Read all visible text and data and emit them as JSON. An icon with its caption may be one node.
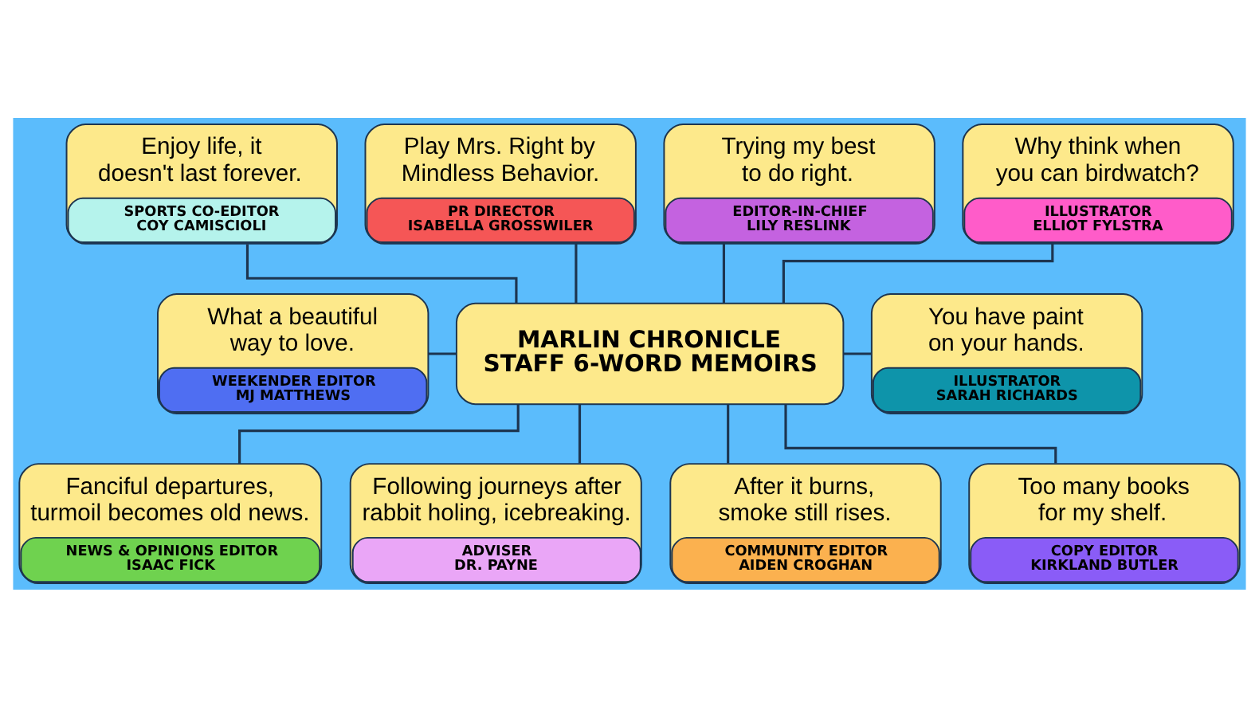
{
  "diagram": {
    "nodes": [
      {
        "text": [
          "Enjoy life, it doesn't last forever.",
          "SPORTS CO-EDITOR",
          "COY CAMISCIOLI"
        ]
      },
      {
        "text": [
          "Play Mrs. Right by Mindless Behavior.",
          "PR DIRECTOR",
          "ISABELLA GROSSWILER"
        ]
      },
      {
        "text": [
          "Trying my best to do right.",
          "EDITOR-IN-CHIEF",
          "LILY RESLINK"
        ]
      },
      {
        "text": [
          "Why think when you can birdwatch?",
          "ILLUSTRATOR",
          "ELLIOT FYLSTRA"
        ]
      },
      {
        "text": [
          "What a beautiful way to love.",
          "WEEKENDER EDITOR",
          "MJ MATTHEWS"
        ]
      },
      {
        "text": [
          "MARLIN CHRONICLE STAFF 6-WORD MEMOIRS"
        ]
      },
      {
        "text": [
          "You have paint on your hands.",
          "ILLUSTRATOR",
          "SARAH RICHARDS"
        ]
      },
      {
        "text": [
          "Fanciful departures, turmoil becomes old news.",
          "NEWS & OPINIONS EDITOR",
          "ISAAC FICK"
        ]
      },
      {
        "text": [
          "Following journeys after rabbit holing, icebreaking.",
          "ADVISER",
          "DR. PAYNE"
        ]
      },
      {
        "text": [
          "After it burns, smoke still rises.",
          "COMMUNITY EDITOR",
          "AIDEN CROGHAN"
        ]
      },
      {
        "text": [
          "Too many books for my shelf.",
          "COPY EDITOR",
          "KIRKLAND BUTLER"
        ]
      }
    ],
    "edges": [
      {
        "from": 0,
        "to": 5,
        "arrow": "none"
      },
      {
        "from": 1,
        "to": 5,
        "arrow": "none"
      },
      {
        "from": 2,
        "to": 5,
        "arrow": "none"
      },
      {
        "from": 3,
        "to": 5,
        "arrow": "none"
      },
      {
        "from": 4,
        "to": 5,
        "arrow": "none"
      },
      {
        "from": 5,
        "to": 6,
        "arrow": "none"
      },
      {
        "from": 5,
        "to": 7,
        "arrow": "none"
      },
      {
        "from": 5,
        "to": 8,
        "arrow": "none"
      },
      {
        "from": 5,
        "to": 9,
        "arrow": "none"
      },
      {
        "from": 5,
        "to": 10,
        "arrow": "none"
      }
    ]
  }
}
